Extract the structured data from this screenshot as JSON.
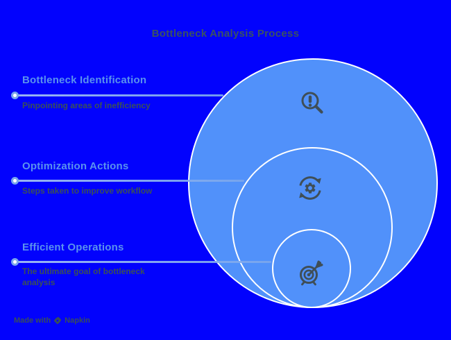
{
  "title": "Bottleneck Analysis Process",
  "items": [
    {
      "heading": "Bottleneck Identification",
      "description": "Pinpointing areas of inefficiency",
      "icon": "search-alert-icon"
    },
    {
      "heading": "Optimization Actions",
      "description": "Steps taken to improve workflow",
      "icon": "gear-sync-icon"
    },
    {
      "heading": "Efficient Operations",
      "description": "The ultimate goal of bottleneck analysis",
      "icon": "target-dart-icon"
    }
  ],
  "attribution": {
    "prefix": "Made with",
    "brand": "Napkin"
  },
  "colors": {
    "background": "#0202fd",
    "circle_fill": "#5191fa",
    "circle_border": "#ffffff",
    "heading_text": "#5a92ee",
    "body_text": "#3b5058",
    "connector_line": "#7aa6ec",
    "icon": "#3f4e57"
  }
}
